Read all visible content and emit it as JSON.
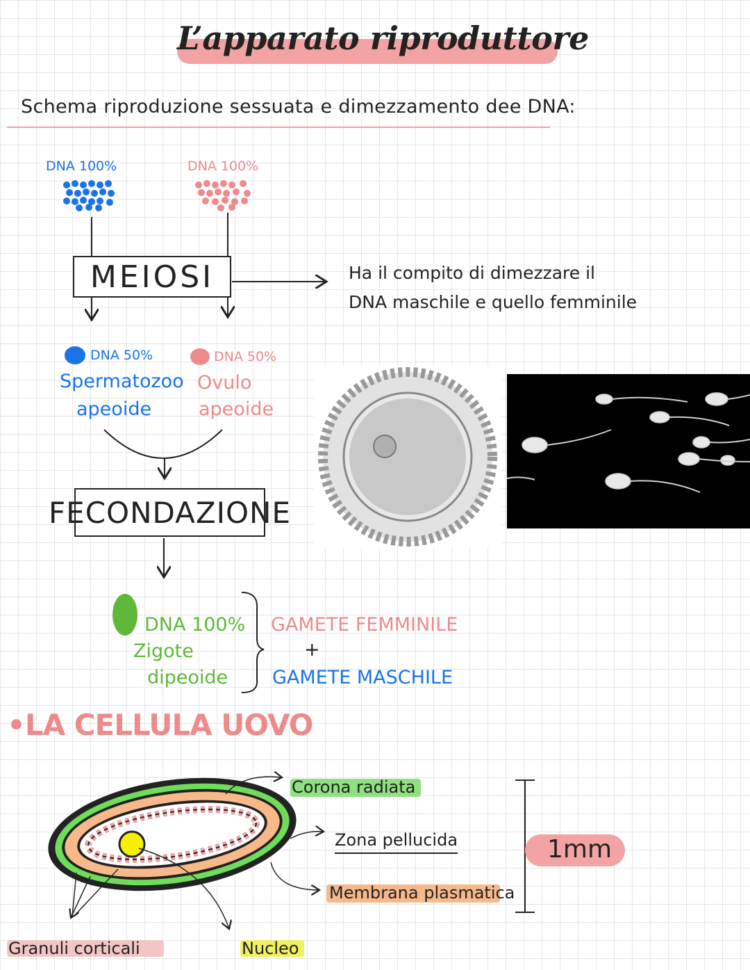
{
  "title": "L’apparato riproduttore",
  "subtitle": "Schema riproduzione sessuata e dimezzamento dee DNA:",
  "colors": {
    "male": "#1a73e8",
    "female": "#ee8a8a",
    "zygote": "#5fb83a",
    "highlight_pink": "#f3a3a3"
  },
  "diagram": {
    "male_parent_label": "DNA 100%",
    "female_parent_label": "DNA 100%",
    "meiosi": "MEIOSI",
    "meiosi_note_line1": "Ha il compito di dimezzare il",
    "meiosi_note_line2": "DNA maschile e quello femminile",
    "male_gamete": {
      "dna": "DNA 50%",
      "name": "Spermatozoo",
      "type": "apeoide"
    },
    "female_gamete": {
      "dna": "DNA 50%",
      "name": "Ovulo",
      "type": "apeoide"
    },
    "fecondazione": "FECONDAZIONE",
    "zygote": {
      "dna": "DNA 100%",
      "name": "Zigote",
      "type": "dipeoide"
    },
    "gamete_femminile": "GAMETE FEMMINILE",
    "plus": "+",
    "gamete_maschile": "GAMETE MASCHILE"
  },
  "section_title": "•LA CELLULA UOVO",
  "egg_labels": {
    "corona": "Corona radiata",
    "zona": "Zona pellucida",
    "membrana": "Membrana plasmatica",
    "granuli": "Granuli corticali",
    "nucleo": "Nucleo"
  },
  "scale": "1mm"
}
